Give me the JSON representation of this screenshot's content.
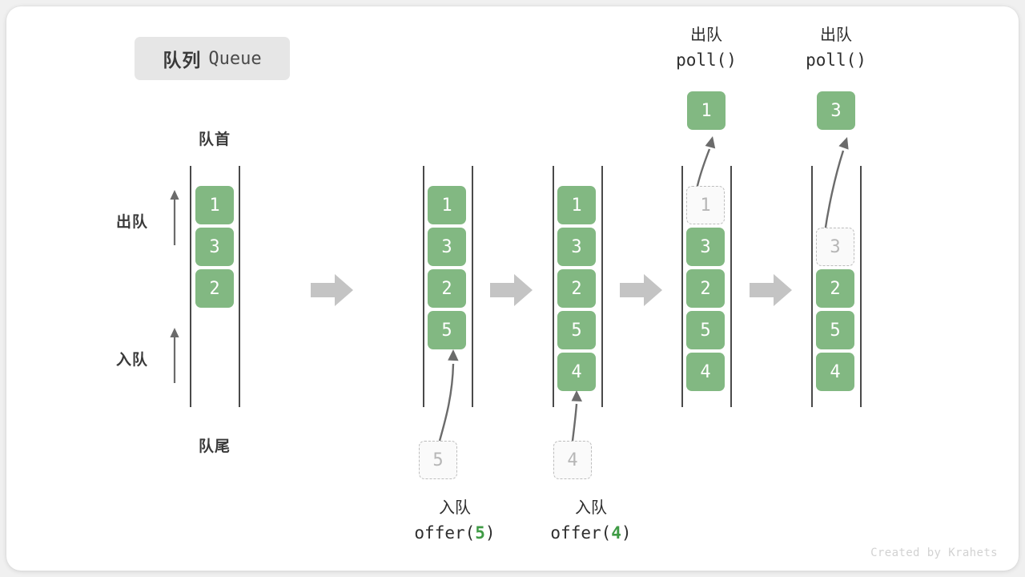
{
  "title": {
    "cn": "队列",
    "en": "Queue"
  },
  "labels": {
    "head": "队首",
    "tail": "队尾",
    "dequeue_side": "出队",
    "enqueue_side": "入队"
  },
  "colors": {
    "cell_fill": "#82b882",
    "cell_text": "#ffffff",
    "ghost_border": "#bdbdbd",
    "ghost_text": "#b6b6b6",
    "rail": "#4a4a4a",
    "arrow_gray": "#c4c4c4",
    "curve_arrow": "#6b6b6b",
    "accent_green": "#3f9b45",
    "badge_bg": "#e6e6e6",
    "card_bg": "#ffffff",
    "page_bg": "#f0f0f0"
  },
  "stages": [
    {
      "name": "initial",
      "cells": [
        {
          "value": "1",
          "state": "filled"
        },
        {
          "value": "3",
          "state": "filled"
        },
        {
          "value": "2",
          "state": "filled"
        }
      ]
    },
    {
      "name": "after-offer-5",
      "cells": [
        {
          "value": "1",
          "state": "filled"
        },
        {
          "value": "3",
          "state": "filled"
        },
        {
          "value": "2",
          "state": "filled"
        },
        {
          "value": "5",
          "state": "filled"
        }
      ],
      "incoming": {
        "value": "5",
        "state": "ghost"
      },
      "caption": {
        "cn": "入队",
        "code_prefix": "offer(",
        "code_num": "5",
        "code_suffix": ")"
      }
    },
    {
      "name": "after-offer-4",
      "cells": [
        {
          "value": "1",
          "state": "filled"
        },
        {
          "value": "3",
          "state": "filled"
        },
        {
          "value": "2",
          "state": "filled"
        },
        {
          "value": "5",
          "state": "filled"
        },
        {
          "value": "4",
          "state": "filled"
        }
      ],
      "incoming": {
        "value": "4",
        "state": "ghost"
      },
      "caption": {
        "cn": "入队",
        "code_prefix": "offer(",
        "code_num": "4",
        "code_suffix": ")"
      }
    },
    {
      "name": "after-poll-1",
      "cells": [
        {
          "value": "1",
          "state": "ghost"
        },
        {
          "value": "3",
          "state": "filled"
        },
        {
          "value": "2",
          "state": "filled"
        },
        {
          "value": "5",
          "state": "filled"
        },
        {
          "value": "4",
          "state": "filled"
        }
      ],
      "outgoing": {
        "value": "1",
        "state": "filled"
      },
      "caption": {
        "cn": "出队",
        "code": "poll()"
      }
    },
    {
      "name": "after-poll-3",
      "cells": [
        {
          "value": "",
          "state": "empty"
        },
        {
          "value": "3",
          "state": "ghost"
        },
        {
          "value": "2",
          "state": "filled"
        },
        {
          "value": "5",
          "state": "filled"
        },
        {
          "value": "4",
          "state": "filled"
        }
      ],
      "outgoing": {
        "value": "3",
        "state": "filled"
      },
      "caption": {
        "cn": "出队",
        "code": "poll()"
      }
    }
  ],
  "watermark": "Created by Krahets"
}
